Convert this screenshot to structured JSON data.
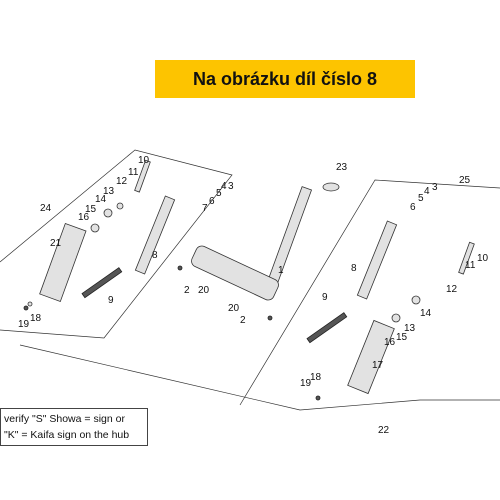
{
  "banner": {
    "text": "Na obrázku díl číslo 8",
    "bg": "#fdc400"
  },
  "note": {
    "line1": "verify \"S\" Showa = sign or",
    "line2": "\"K\" = Kaifa sign on the hub"
  },
  "labels": {
    "l1": "1",
    "l2a": "2",
    "l2b": "2",
    "l3a": "3",
    "l3b": "3",
    "l4a": "4",
    "l4b": "4",
    "l5a": "5",
    "l5b": "5",
    "l6a": "6",
    "l6b": "6",
    "l7": "7",
    "l8a": "8",
    "l8b": "8",
    "l9a": "9",
    "l9b": "9",
    "l10a": "10",
    "l10b": "10",
    "l11a": "11",
    "l11b": "11",
    "l12a": "12",
    "l12b": "12",
    "l13a": "13",
    "l13b": "13",
    "l14a": "14",
    "l14b": "14",
    "l15a": "15",
    "l15b": "15",
    "l16a": "16",
    "l16b": "16",
    "l17": "17",
    "l18a": "18",
    "l18b": "18",
    "l19a": "19",
    "l19b": "19",
    "l20a": "20",
    "l20b": "20",
    "l21": "21",
    "l22": "22",
    "l23": "23",
    "l24": "24",
    "l25": "25"
  }
}
